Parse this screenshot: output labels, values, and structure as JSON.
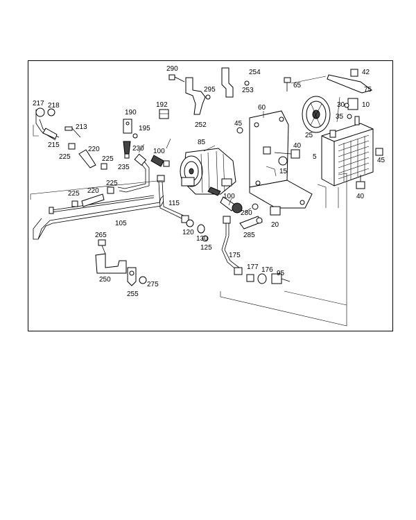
{
  "diagram": {
    "labels": [
      "217",
      "218",
      "213",
      "215",
      "225",
      "220",
      "225",
      "235",
      "190",
      "195",
      "230",
      "192",
      "290",
      "252",
      "295",
      "254",
      "253",
      "65",
      "42",
      "75",
      "60",
      "45",
      "85",
      "100",
      "40",
      "15",
      "30",
      "10",
      "35",
      "25",
      "5",
      "45",
      "40",
      "225",
      "220",
      "225",
      "115",
      "105",
      "100",
      "280",
      "20",
      "285",
      "120",
      "130",
      "125",
      "175",
      "265",
      "250",
      "255",
      "275",
      "177",
      "176",
      "95"
    ]
  },
  "colors": {
    "line": "#000000",
    "background": "#ffffff",
    "shade": "#444444"
  }
}
